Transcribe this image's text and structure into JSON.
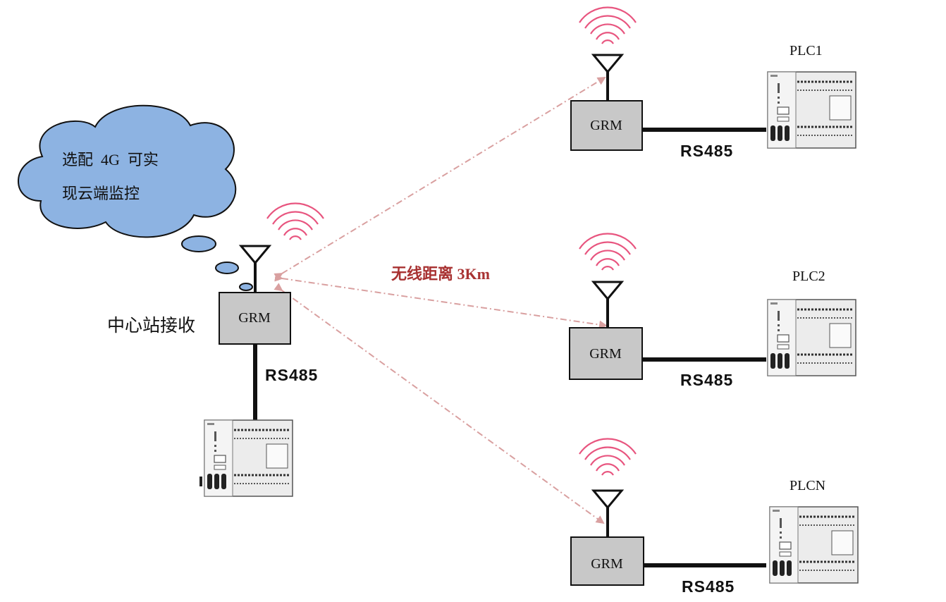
{
  "cloud": {
    "line1": "选配  4G  可实",
    "line2": "现云端监控",
    "fill": "#8db3e2"
  },
  "center": {
    "label": "中心站接收",
    "module_label": "GRM",
    "bus_label": "RS485"
  },
  "distance_label": "无线距离 3Km",
  "stations": [
    {
      "plc_label": "PLC1",
      "module_label": "GRM",
      "bus_label": "RS485"
    },
    {
      "plc_label": "PLC2",
      "module_label": "GRM",
      "bus_label": "RS485"
    },
    {
      "plc_label": "PLCN",
      "module_label": "GRM",
      "bus_label": "RS485"
    }
  ],
  "colors": {
    "module_fill": "#c8c8c8",
    "wave": "#e8557f",
    "link": "#d9a0a0",
    "distance_text": "#a83232",
    "plc_body": "#ececec"
  }
}
